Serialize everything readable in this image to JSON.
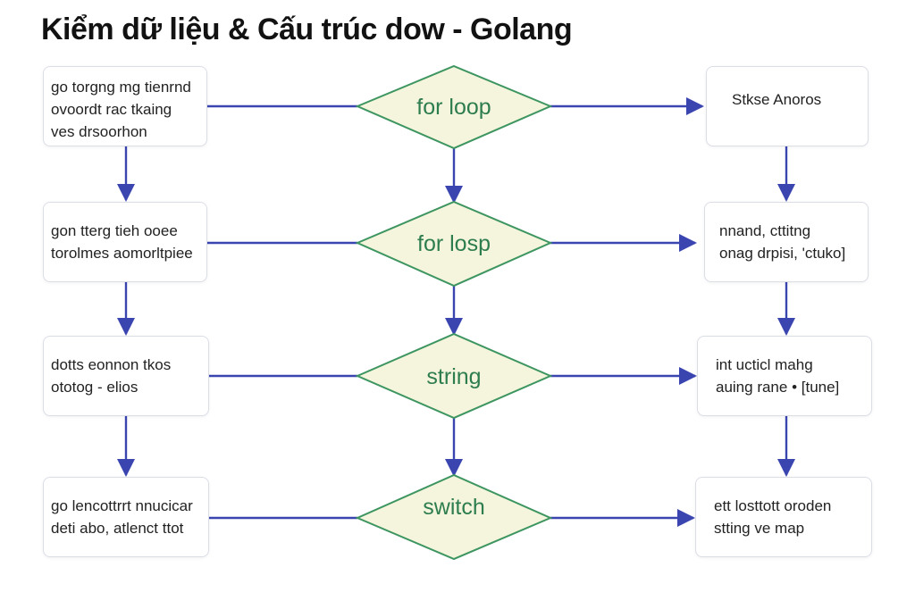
{
  "title": "Kiểm dữ liệu & Cấu trúc dow - Golang",
  "colors": {
    "arrow": "#3a45b0",
    "diamond_fill": "#f4f5dc",
    "diamond_stroke": "#3d9560",
    "diamond_text": "#2e7d4f",
    "box_border": "#dcdee6"
  },
  "left_boxes": [
    {
      "lines": [
        "go torgng mg tienrnd",
        "ovoordt rac tkaing",
        "ves drsoorhon"
      ]
    },
    {
      "lines": [
        "gon tterg tieh ooee",
        "torolmes aomorltpiee"
      ]
    },
    {
      "lines": [
        "dotts eonnon tkos",
        "ototog - elios"
      ]
    },
    {
      "lines": [
        "go lencottrrt nnucicar",
        "deti abo, atlenct ttot"
      ]
    }
  ],
  "decisions": [
    {
      "label": "for loop"
    },
    {
      "label": "for losp"
    },
    {
      "label": "string"
    },
    {
      "label": "switch"
    }
  ],
  "right_boxes": [
    {
      "lines": [
        "Stkse Anoros"
      ]
    },
    {
      "lines": [
        "nnand, cttitng",
        "onag drpisi, 'ctuko]"
      ]
    },
    {
      "lines": [
        "int ucticl mahg",
        "auing rane • [tune]"
      ]
    },
    {
      "lines": [
        "ett losttott oroden",
        "stting ve map"
      ]
    }
  ]
}
